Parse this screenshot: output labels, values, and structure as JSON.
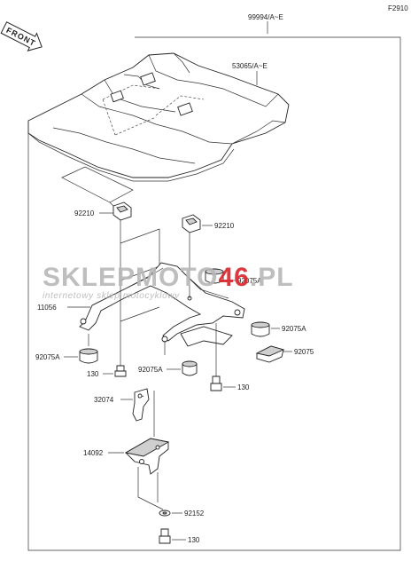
{
  "diagram_code": "F2910",
  "front_label": "FRONT",
  "watermark": {
    "brand_left": "SKLEP",
    "brand_mid": "MOTO",
    "brand_num": "46",
    "brand_tld": ".PL",
    "tagline": "internetowy sklep motocyklowy",
    "accent_color": "#d9232a",
    "grey_color": "#b8b8b8"
  },
  "callouts": [
    {
      "id": "cover-assy",
      "label": "99994/A~E"
    },
    {
      "id": "seat-cover",
      "label": "53065/A~E"
    },
    {
      "id": "nut-left",
      "label": "92210"
    },
    {
      "id": "nut-right",
      "label": "92210"
    },
    {
      "id": "damper-top",
      "label": "92075A"
    },
    {
      "id": "bracket",
      "label": "11056"
    },
    {
      "id": "damper-right",
      "label": "92075A"
    },
    {
      "id": "damper-rect",
      "label": "92075"
    },
    {
      "id": "damper-left",
      "label": "92075A"
    },
    {
      "id": "bolt-left",
      "label": "130"
    },
    {
      "id": "damper-mid",
      "label": "92075A"
    },
    {
      "id": "bolt-right",
      "label": "130"
    },
    {
      "id": "latch",
      "label": "32074"
    },
    {
      "id": "plate",
      "label": "14092"
    },
    {
      "id": "washer",
      "label": "92152"
    },
    {
      "id": "bolt-bottom",
      "label": "130"
    }
  ]
}
